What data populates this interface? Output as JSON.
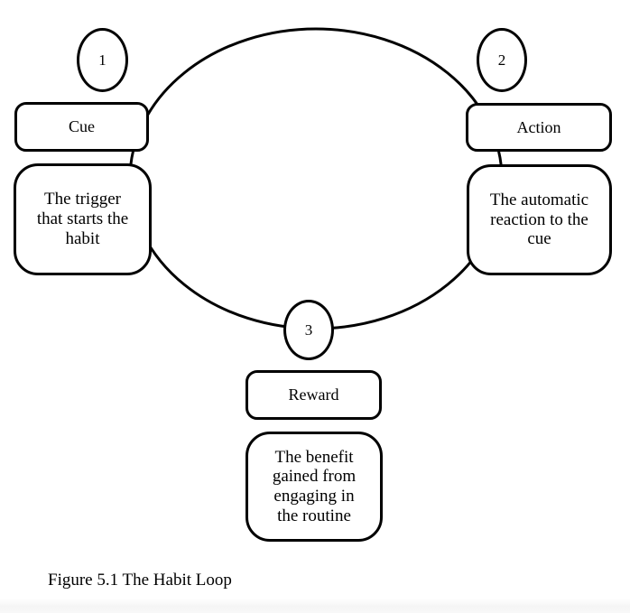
{
  "diagram": {
    "caption": "Figure 5.1 The Habit Loop",
    "background_color": "#ffffff",
    "stroke_color": "#000000",
    "nodes": [
      {
        "number": "1",
        "label": "Cue",
        "description": "The trigger\nthat starts the\nhabit"
      },
      {
        "number": "2",
        "label": "Action",
        "description": "The automatic\nreaction to the\ncue"
      },
      {
        "number": "3",
        "label": "Reward",
        "description": "The benefit\ngained from\nengaging in\nthe routine"
      }
    ]
  }
}
